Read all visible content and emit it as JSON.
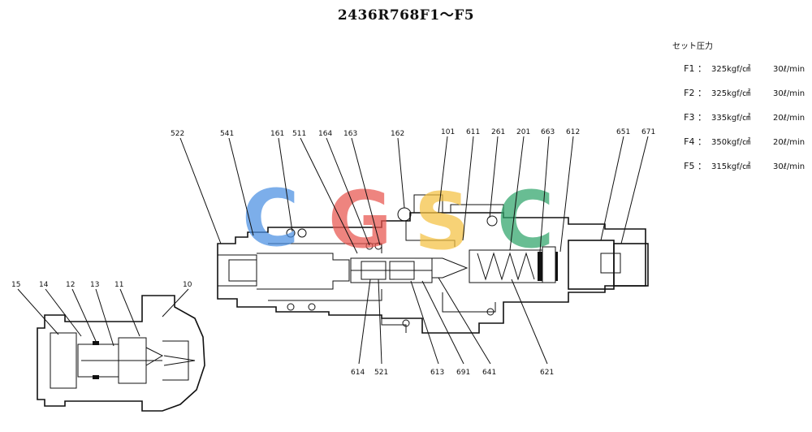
{
  "title": "2436R768F1～F5",
  "settings": {
    "heading": "セット圧力",
    "rows": [
      {
        "label": "F1 ：",
        "pressure": "325kgf/㎠",
        "flow": "30ℓ/min"
      },
      {
        "label": "F2 ：",
        "pressure": "325kgf/㎠",
        "flow": "30ℓ/min"
      },
      {
        "label": "F3 ：",
        "pressure": "335kgf/㎠",
        "flow": "20ℓ/min"
      },
      {
        "label": "F4 ：",
        "pressure": "350kgf/㎠",
        "flow": "20ℓ/min"
      },
      {
        "label": "F5 ：",
        "pressure": "315kgf/㎠",
        "flow": "30ℓ/min"
      }
    ]
  },
  "callouts_top": [
    "522",
    "541",
    "161",
    "511",
    "164",
    "163",
    "162",
    "101",
    "611",
    "261",
    "201",
    "663",
    "612",
    "651",
    "671"
  ],
  "callouts_bottom": [
    "614",
    "521",
    "613",
    "691",
    "641",
    "621"
  ],
  "callouts_small": [
    "15",
    "14",
    "12",
    "13",
    "11",
    "10"
  ],
  "watermark": {
    "letters": [
      "C",
      "G",
      "S",
      "C"
    ],
    "colors": [
      "#4a90e2",
      "#e8554e",
      "#f5c242",
      "#2fa56a"
    ]
  }
}
